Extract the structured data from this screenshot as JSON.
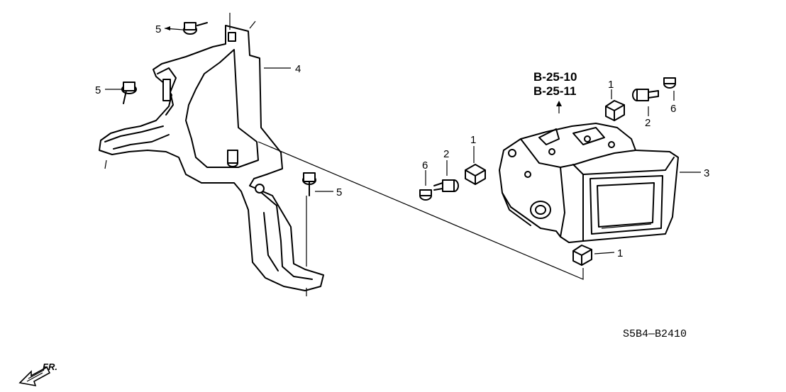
{
  "callouts": {
    "c5_top": "5",
    "c5_left": "5",
    "c4": "4",
    "c5_mid": "5",
    "c1_upper": "1",
    "c2_upper": "2",
    "c6_upper": "6",
    "c6_mid": "6",
    "c2_mid": "2",
    "c1_mid": "1",
    "c3": "3",
    "c1_lower": "1"
  },
  "references": [
    "B-25-10",
    "B-25-11"
  ],
  "diagram_code": "S5B4—B2410",
  "front_marker": "FR."
}
